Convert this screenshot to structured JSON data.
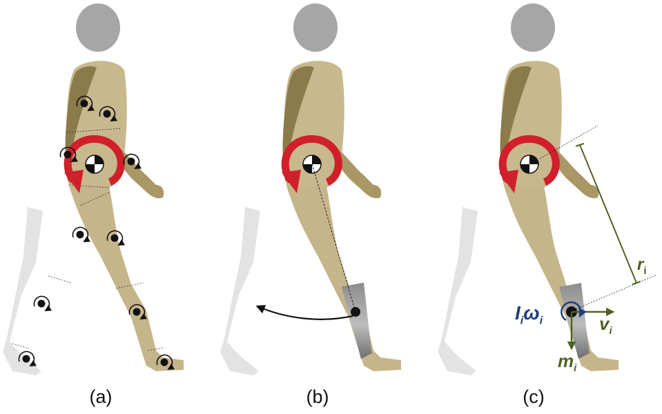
{
  "panels": [
    {
      "label": "(a)"
    },
    {
      "label": "(b)"
    },
    {
      "label": "(c)"
    }
  ],
  "annotations": {
    "radius": {
      "main": "r",
      "sub": "i"
    },
    "angular_momentum": {
      "I": "I",
      "I_sub": "i",
      "omega": "ω",
      "omega_sub": "i"
    },
    "velocity": {
      "main": "v",
      "sub": "i"
    },
    "mass": {
      "main": "m",
      "sub": "i"
    }
  },
  "colors": {
    "head": "#a6a6a6",
    "body": "#c5b58a",
    "body_shade": "#8a7a4a",
    "back_limb": "#e2e2e2",
    "highlight_segment": "#9a9a9a",
    "whole_body_arrow": "#d0202a",
    "vector_green": "#4f6224",
    "omega_blue": "#1f3f7a"
  }
}
